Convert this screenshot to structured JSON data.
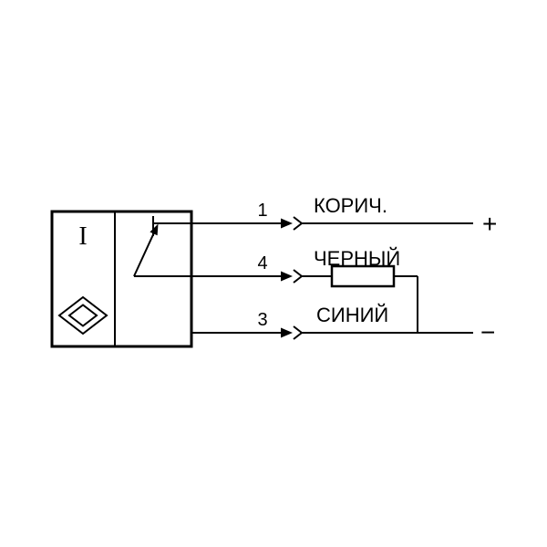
{
  "title": "sensor-wiring-diagram",
  "colors": {
    "line": "#000000",
    "background": "#ffffff"
  },
  "sensor": {
    "type_label": "I"
  },
  "wires": {
    "brown": {
      "pin": "1",
      "color_label": "КОРИЧ.",
      "terminal": "+"
    },
    "black": {
      "pin": "4",
      "color_label": "ЧЕРНЫЙ"
    },
    "blue": {
      "pin": "3",
      "color_label": "СИНИЙ",
      "terminal": "−"
    }
  }
}
